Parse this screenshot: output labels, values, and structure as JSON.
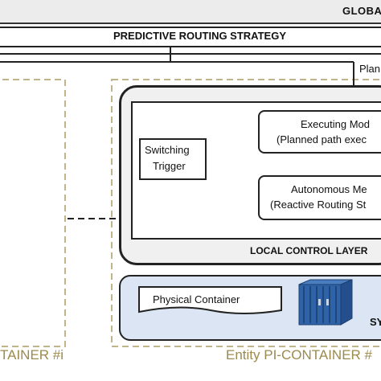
{
  "global_layer": {
    "label": "GLOBA"
  },
  "predictive_routing": {
    "label": "PREDICTIVE ROUTING STRATEGY"
  },
  "planned_label": "Plan",
  "local_control_layer": {
    "label": "LOCAL CONTROL LAYER"
  },
  "executing_mode": {
    "line1": "Executing Mod",
    "line2": "(Planned path exec"
  },
  "autonomous_mode": {
    "line1": "Autonomous Me",
    "line2": "(Reactive Routing St"
  },
  "switching_trigger": {
    "line1": "Switching",
    "line2": "Trigger"
  },
  "physical_container": {
    "label": "Physical Container"
  },
  "system_label": "SY",
  "entity_left": {
    "label": "TAINER #i"
  },
  "entity_right": {
    "label": "Entity PI-CONTAINER #"
  },
  "colors": {
    "dashed_border": "#bfb48a",
    "entity_text": "#9c8a4e",
    "red_dashed": "#cc2222",
    "blue_panel": "#dbe5f3",
    "container_blue": "#2f63a8"
  }
}
